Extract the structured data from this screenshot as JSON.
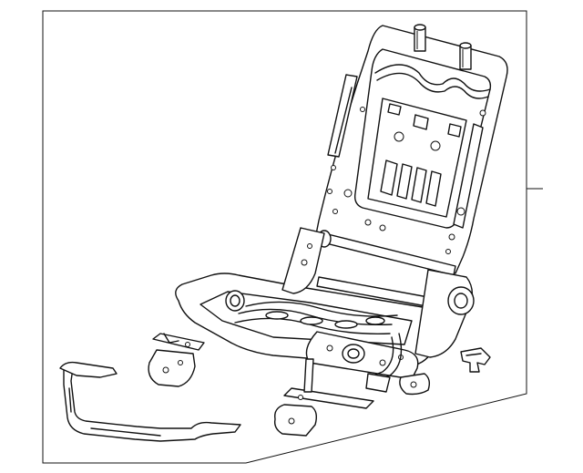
{
  "diagram": {
    "parts": [
      {
        "id": "seat-frame-assembly"
      },
      {
        "id": "hip-rail"
      },
      {
        "id": "clip"
      }
    ],
    "callouts": [
      {
        "id": "leader-line",
        "label": ""
      }
    ]
  }
}
